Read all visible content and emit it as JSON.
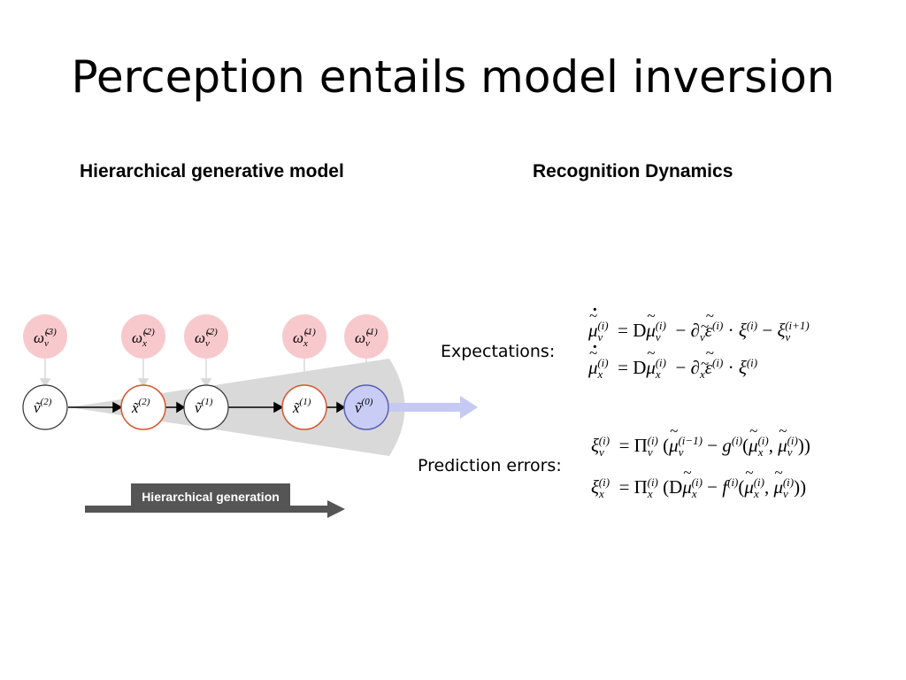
{
  "slide": {
    "title": "Perception entails model inversion",
    "left_heading": "Hierarchical generative model",
    "right_heading": "Recognition Dynamics"
  },
  "diagram": {
    "generation_label": "Hierarchical generation",
    "precision_nodes": [
      {
        "id": "omega-v3",
        "symbol": "ω̃",
        "subscript": "v",
        "superscript": "(3)"
      },
      {
        "id": "omega-x2",
        "symbol": "ω̃",
        "subscript": "x",
        "superscript": "(2)"
      },
      {
        "id": "omega-v2",
        "symbol": "ω̃",
        "subscript": "v",
        "superscript": "(2)"
      },
      {
        "id": "omega-x1",
        "symbol": "ω̃",
        "subscript": "x",
        "superscript": "(1)"
      },
      {
        "id": "omega-v1",
        "symbol": "ω̃",
        "subscript": "v",
        "superscript": "(1)"
      }
    ],
    "state_nodes": [
      {
        "id": "v2",
        "symbol": "ṽ",
        "superscript": "(2)"
      },
      {
        "id": "x2",
        "symbol": "x̃",
        "superscript": "(2)"
      },
      {
        "id": "v1",
        "symbol": "ṽ",
        "superscript": "(1)"
      },
      {
        "id": "x1",
        "symbol": "x̃",
        "superscript": "(1)"
      },
      {
        "id": "v0",
        "symbol": "ṽ",
        "superscript": "(0)"
      }
    ],
    "colors": {
      "precision_fill": "#f8c9cc",
      "hidden_state_stroke": "#d9532b",
      "cause_stroke": "#333333",
      "sensory_fill": "#c9cdf5",
      "sensory_stroke": "#5a5fb0",
      "cone_fill": "#d9d9d9",
      "generation_arrow": "#555555",
      "output_arrow": "#c5c9f3"
    }
  },
  "equations": {
    "expectations_label": "Expectations:",
    "prediction_errors_label": "Prediction errors:"
  }
}
